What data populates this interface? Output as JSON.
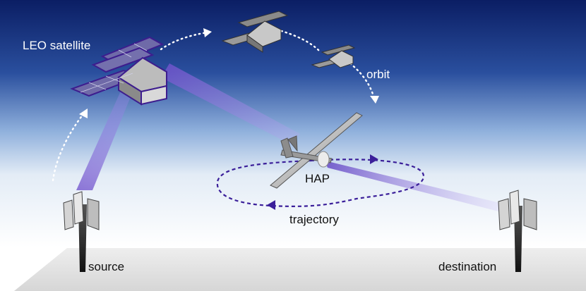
{
  "labels": {
    "leo_satellite": "LEO satellite",
    "orbit": "orbit",
    "hap": "HAP",
    "trajectory": "trajectory",
    "source": "source",
    "destination": "destination"
  },
  "colors": {
    "sky_top": "#0b1e64",
    "sky_mid": "#3f69b4",
    "sky_light": "#dfeaf5",
    "beam": "#7a5fd0",
    "trajectory": "#3b1f9a",
    "orbit_path": "#ffffff",
    "panel": "#6f6aa8",
    "panel_border": "#3d1d8e",
    "ground": "#d8d8d8"
  }
}
